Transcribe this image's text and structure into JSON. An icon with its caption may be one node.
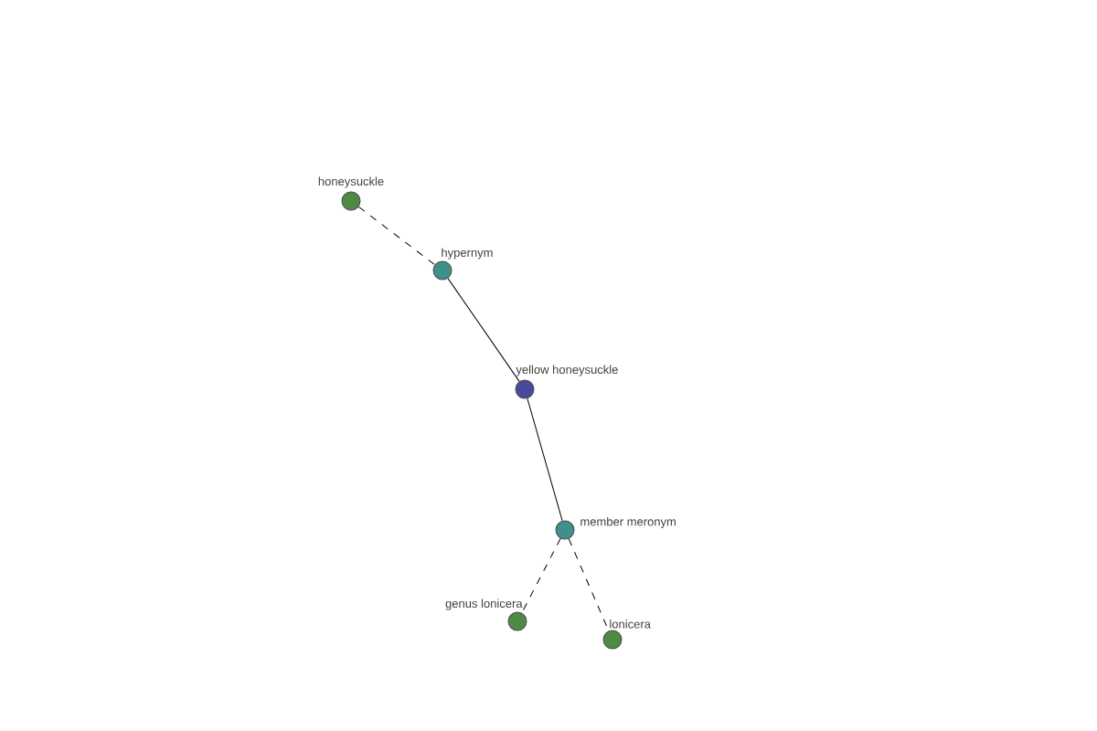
{
  "diagram": {
    "nodes": [
      {
        "text": [
          "honeysuckle"
        ]
      },
      {
        "text": [
          "hypernym"
        ]
      },
      {
        "text": [
          "yellow honeysuckle"
        ]
      },
      {
        "text": [
          "member meronym"
        ]
      },
      {
        "text": [
          "genus lonicera"
        ]
      },
      {
        "text": [
          "lonicera"
        ]
      }
    ],
    "edges": [
      {
        "from": 0,
        "to": 1,
        "arrow": "none",
        "style": "dashed"
      },
      {
        "from": 1,
        "to": 2,
        "arrow": "none"
      },
      {
        "from": 2,
        "to": 3,
        "arrow": "none"
      },
      {
        "from": 3,
        "to": 4,
        "arrow": "none",
        "style": "dashed"
      },
      {
        "from": 3,
        "to": 5,
        "arrow": "none",
        "style": "dashed"
      }
    ]
  }
}
